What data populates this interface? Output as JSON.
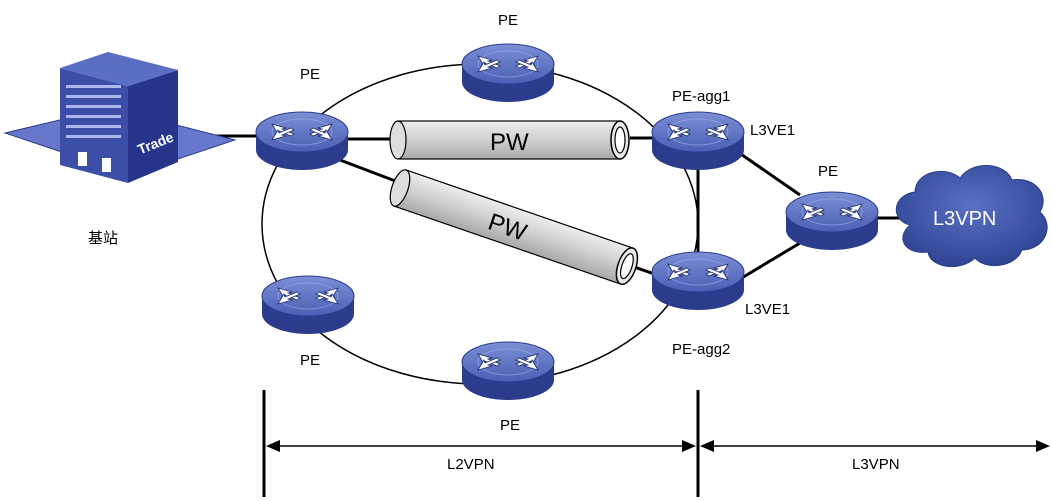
{
  "nodes": {
    "pe_left": {
      "label": "PE",
      "icon": "router-icon"
    },
    "pe_top": {
      "label": "PE",
      "icon": "router-icon"
    },
    "pe_agg1": {
      "label": "PE-agg1",
      "icon": "router-icon",
      "interface": "L3VE1"
    },
    "pe_agg2": {
      "label": "PE-agg2",
      "icon": "router-icon",
      "interface": "L3VE1"
    },
    "pe_bottom_left": {
      "label": "PE",
      "icon": "router-icon"
    },
    "pe_bottom": {
      "label": "PE",
      "icon": "router-icon"
    },
    "pe_right": {
      "label": "PE",
      "icon": "router-icon"
    },
    "base_station": {
      "label": "基站",
      "sign": "Trade",
      "icon": "building-icon"
    },
    "cloud": {
      "label": "L3VPN",
      "icon": "cloud-icon"
    }
  },
  "tunnels": [
    {
      "label": "PW"
    },
    {
      "label": "PW"
    }
  ],
  "ranges": {
    "l2vpn": "L2VPN",
    "l3vpn": "L3VPN"
  },
  "colors": {
    "router_top": "#5a6fc0",
    "router_side": "#2c3c8c",
    "router_arrows": "#ffffff",
    "cloud": "#3d55a8",
    "tunnel": "#c8c8c8",
    "building": "#3c4ea8",
    "building_base": "#6677cc"
  }
}
